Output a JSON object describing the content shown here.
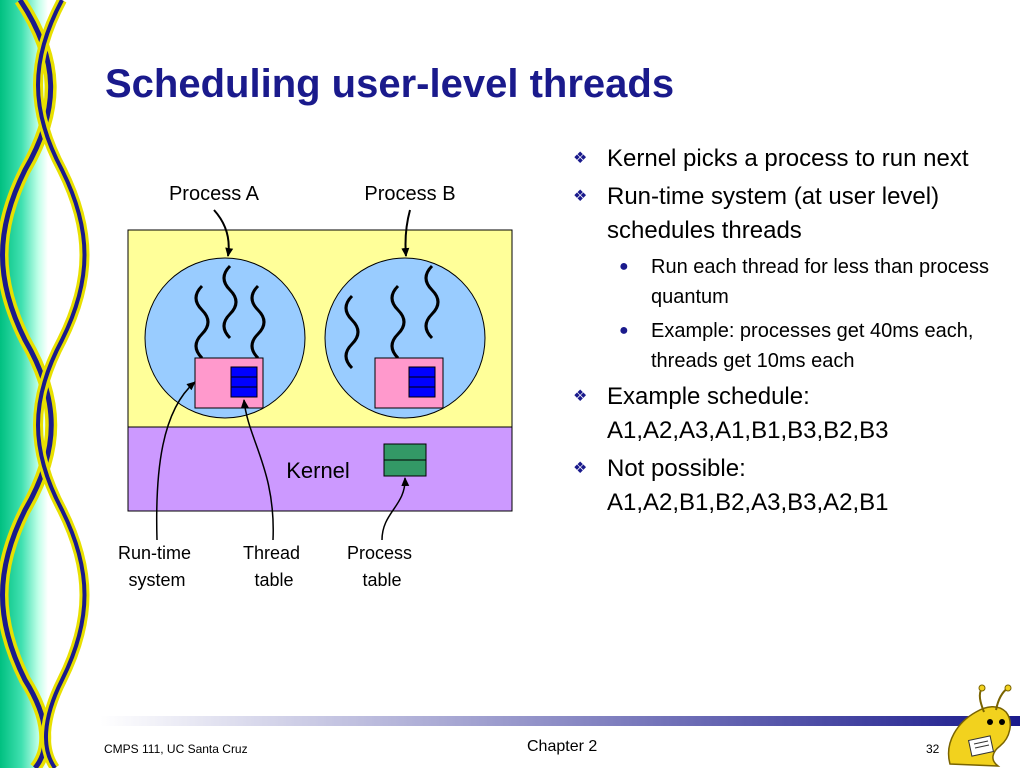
{
  "slide": {
    "title": "Scheduling user-level threads",
    "bullets": [
      {
        "level": 1,
        "text": "Kernel picks a process to run next"
      },
      {
        "level": 1,
        "text": "Run-time system (at user level) schedules threads"
      },
      {
        "level": 2,
        "text": "Run each thread for less than process quantum"
      },
      {
        "level": 2,
        "text": "Example: processes get 40ms each, threads get 10ms each"
      },
      {
        "level": 1,
        "text": "Example schedule: A1,A2,A3,A1,B1,B3,B2,B3"
      },
      {
        "level": 1,
        "text": "Not possible: A1,A2,B1,B2,A3,B3,A2,B1"
      }
    ],
    "footer": {
      "left": "CMPS 111, UC Santa Cruz",
      "center": "Chapter 2",
      "page": "32"
    }
  },
  "diagram": {
    "process_a_label": "Process A",
    "process_b_label": "Process B",
    "kernel_label": "Kernel",
    "runtime_label_1": "Run-time",
    "runtime_label_2": "system",
    "thread_table_label_1": "Thread",
    "thread_table_label_2": "table",
    "process_table_label_1": "Process",
    "process_table_label_2": "table"
  },
  "icons": {
    "level1_bullet": "diamond-cluster-icon",
    "level2_bullet": "dot-icon",
    "thread": "wavy-line-icon",
    "mascot": "slug-mascot-icon"
  },
  "colors": {
    "title": "#1a1a8c",
    "user_space": "#ffff99",
    "kernel_space": "#cc99ff",
    "process_circle": "#99ccff",
    "runtime_box": "#ff99cc",
    "thread_table": "#0000ff",
    "process_table": "#339966"
  }
}
